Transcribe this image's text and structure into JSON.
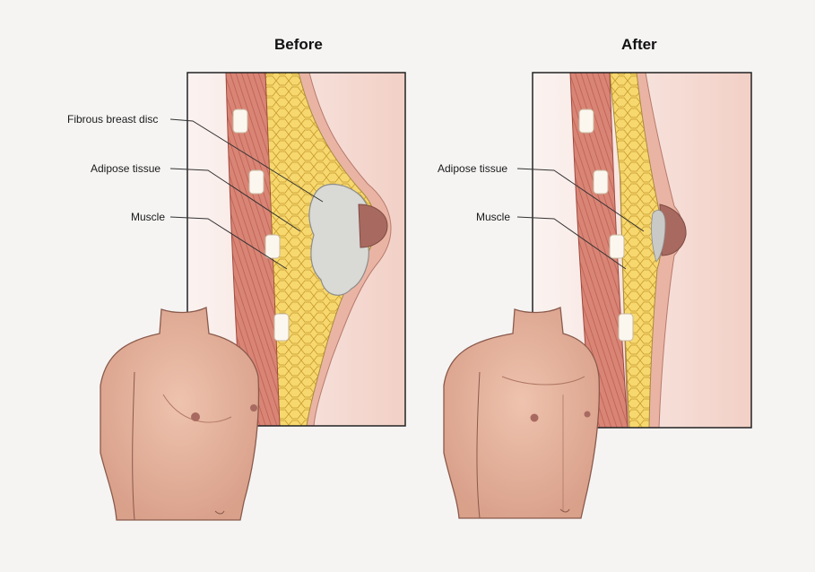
{
  "panels": [
    {
      "title": "Before",
      "labels": {
        "fibrous": "Fibrous breast disc",
        "adipose": "Adipose tissue",
        "muscle": "Muscle"
      }
    },
    {
      "title": "After",
      "labels": {
        "adipose": "Adipose tissue",
        "muscle": "Muscle"
      }
    }
  ],
  "colors": {
    "background": "#f5f4f3",
    "skin": "#e8b5a0",
    "muscle": "#d98576",
    "adipose": "#f5d670",
    "fibrous": "#d8d8d6",
    "areola": "#a86a60",
    "panel_border": "#222222"
  }
}
